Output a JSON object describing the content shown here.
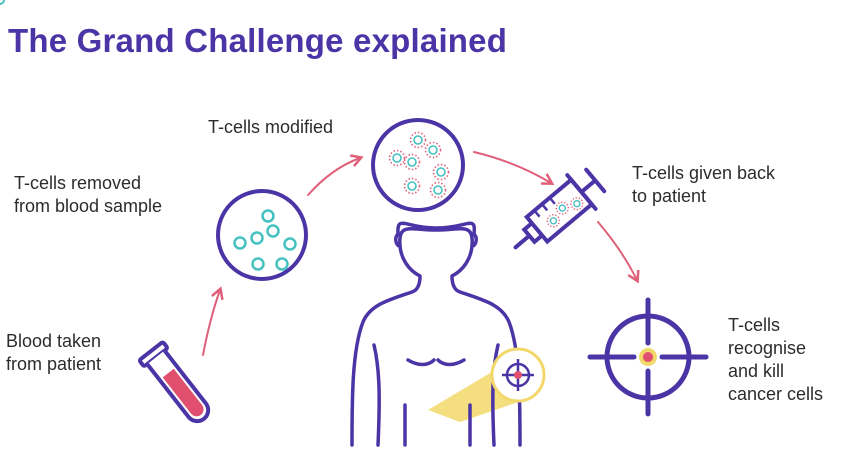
{
  "title": "The Grand Challenge explained",
  "steps": [
    {
      "label": "Blood taken\nfrom patient",
      "icon": "test-tube-icon"
    },
    {
      "label": "T-cells removed\nfrom blood sample",
      "icon": "petri-dish-icon"
    },
    {
      "label": "T-cells modified",
      "icon": "modified-cells-dish-icon"
    },
    {
      "label": "T-cells given back\nto patient",
      "icon": "syringe-icon"
    },
    {
      "label": "T-cells\nrecognise\nand kill\ncancer cells",
      "icon": "crosshair-target-icon"
    }
  ],
  "colors": {
    "title": "#4b35a6",
    "outline": "#4b35a6",
    "arrow": "#e0607a",
    "cell": "#45c1c1",
    "blood": "#e0506e",
    "highlight": "#f2d86a",
    "text": "#2c2c2c"
  }
}
